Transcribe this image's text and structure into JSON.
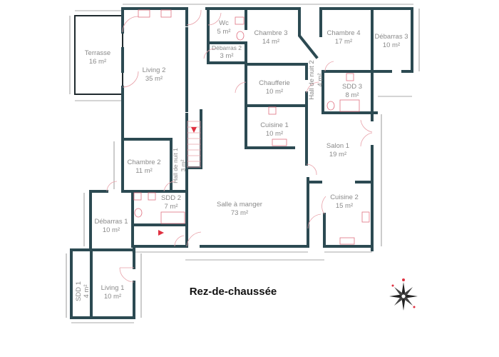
{
  "plan": {
    "title": "Rez-de-chaussée",
    "wall_color": "#2c4a52",
    "label_color": "#8a8a8a",
    "fixture_color": "#e07080",
    "rooms": [
      {
        "name": "Terrasse",
        "area": "16 m²"
      },
      {
        "name": "Living 2",
        "area": "35 m²"
      },
      {
        "name": "Wc",
        "area": "5 m²"
      },
      {
        "name": "Débarras 2",
        "area": "3 m²"
      },
      {
        "name": "Chambre 3",
        "area": "14 m²"
      },
      {
        "name": "Chambre 4",
        "area": "17 m²"
      },
      {
        "name": "Débarras 3",
        "area": "10 m²"
      },
      {
        "name": "Chaufferie",
        "area": "10 m²"
      },
      {
        "name": "Hall de nuit 2",
        "area": "4 m²"
      },
      {
        "name": "SDD 3",
        "area": "8 m²"
      },
      {
        "name": "Cuisine 1",
        "area": "10 m²"
      },
      {
        "name": "Salon 1",
        "area": "19 m²"
      },
      {
        "name": "Chambre 2",
        "area": "11 m²"
      },
      {
        "name": "Hall de nuit 1",
        "area": "3 m²"
      },
      {
        "name": "SDD 2",
        "area": "7 m²"
      },
      {
        "name": "Salle à manger",
        "area": "73 m²"
      },
      {
        "name": "Cuisine 2",
        "area": "15 m²"
      },
      {
        "name": "Débarras 1",
        "area": "10 m²"
      },
      {
        "name": "Living 1",
        "area": "10 m²"
      },
      {
        "name": "SDD 1",
        "area": "4 m²"
      }
    ],
    "compass_icon": "compass-rose-icon"
  }
}
